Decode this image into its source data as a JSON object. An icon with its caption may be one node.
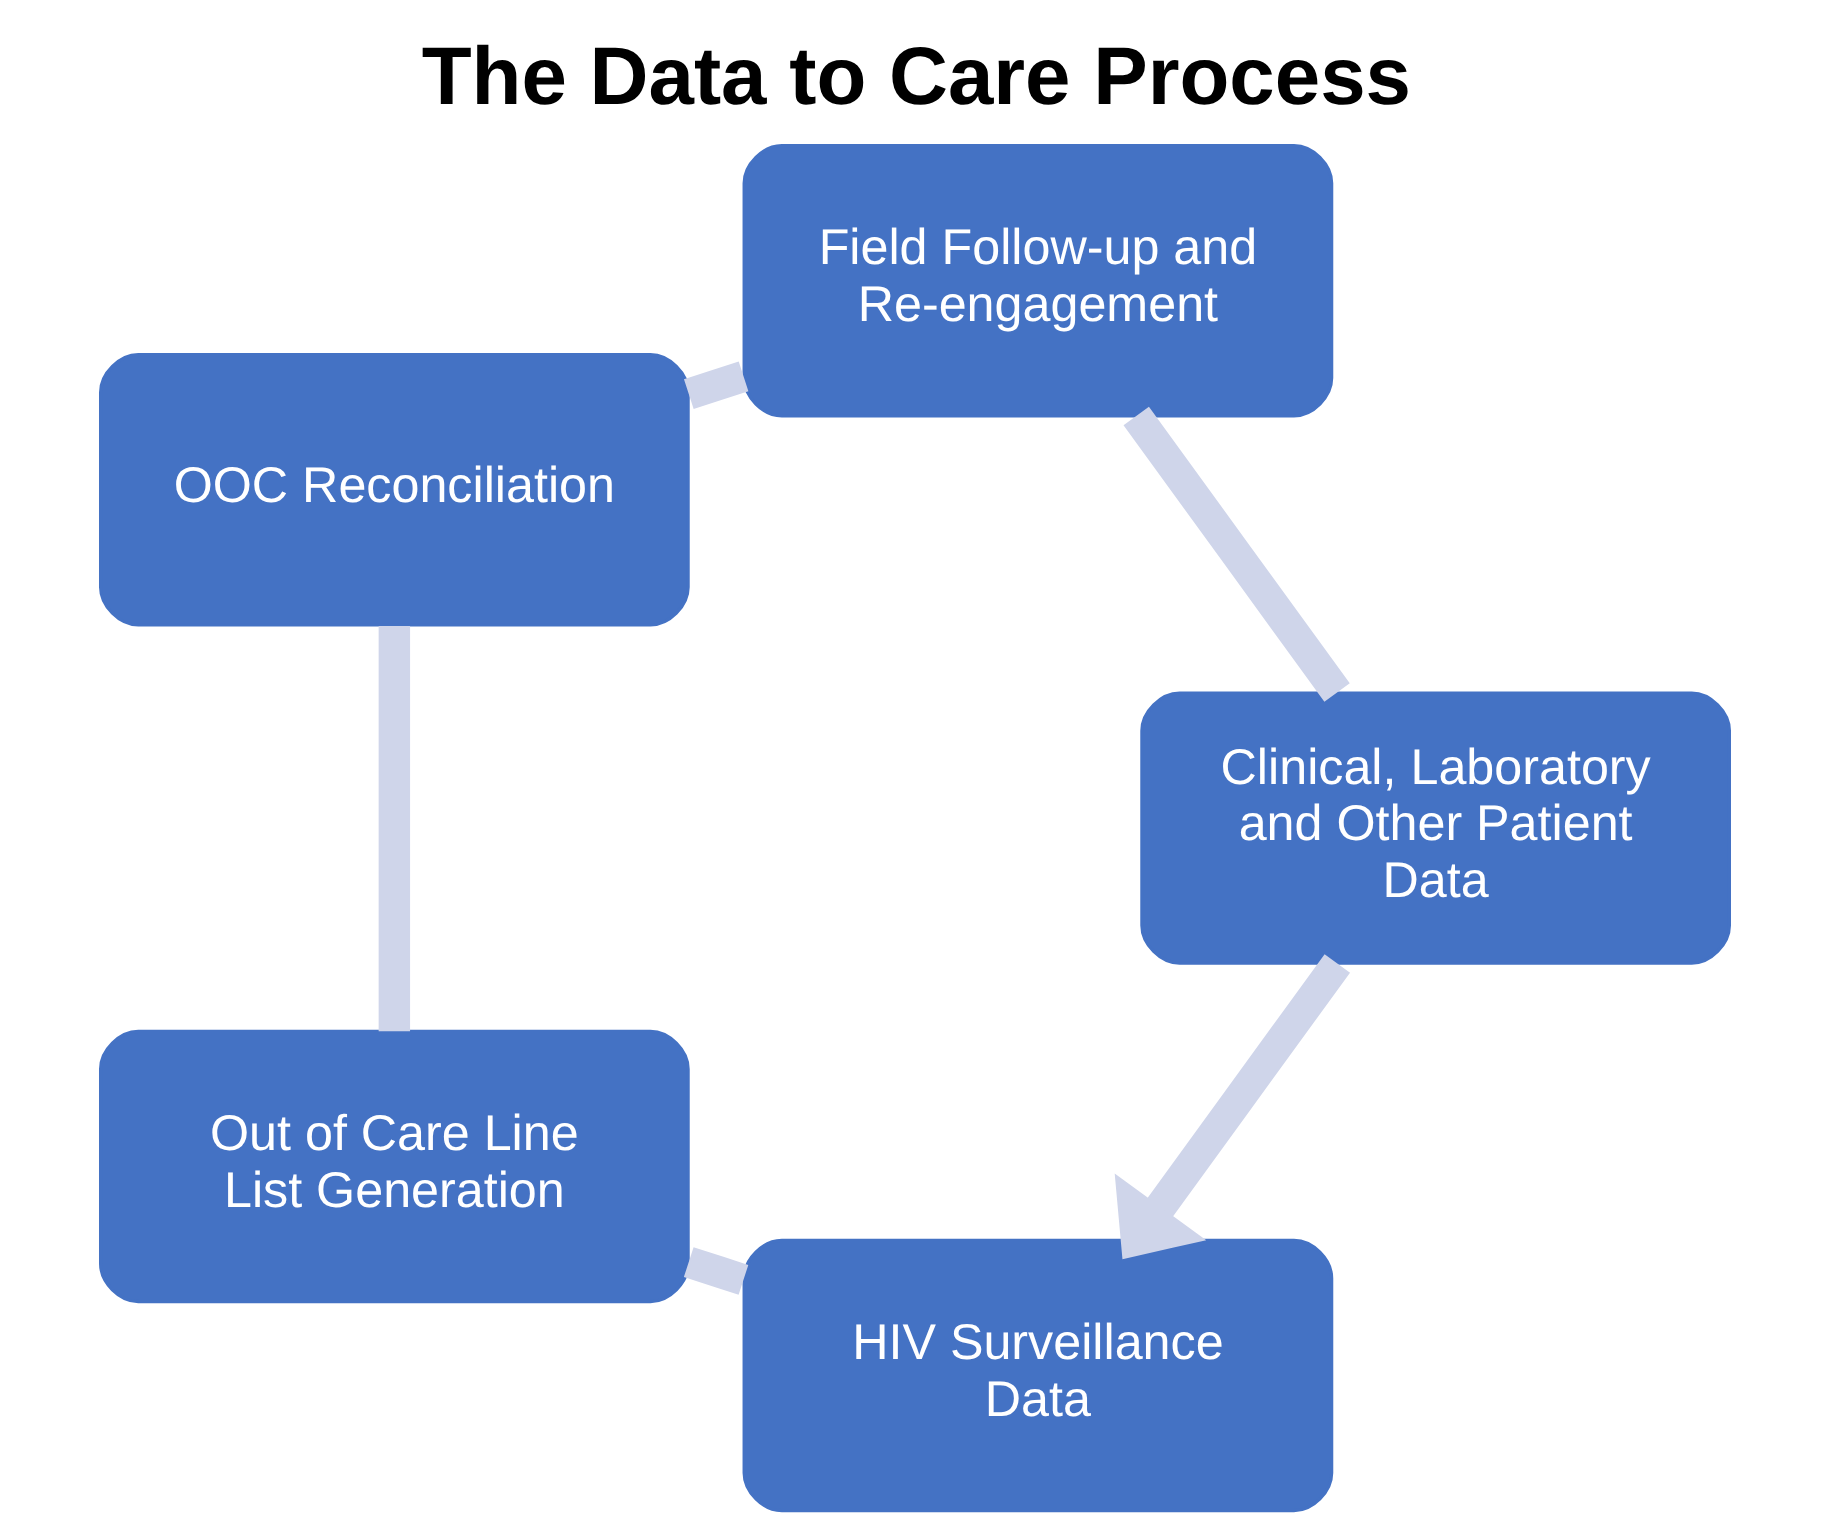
{
  "diagram": {
    "title": "The Data to Care Process",
    "nodes": [
      {
        "text": [
          "HIV Surveillance Data"
        ]
      },
      {
        "text": [
          "Out of Care Line List Generation"
        ]
      },
      {
        "text": [
          "OOC Reconciliation"
        ]
      },
      {
        "text": [
          "Field Follow-up and Re-engagement"
        ]
      },
      {
        "text": [
          "Clinical, Laboratory and Other Patient Data"
        ]
      }
    ],
    "edges": [
      {
        "from": 0,
        "to": 1,
        "arrow": "none"
      },
      {
        "from": 1,
        "to": 2,
        "arrow": "none"
      },
      {
        "from": 2,
        "to": 3,
        "arrow": "none"
      },
      {
        "from": 3,
        "to": 4,
        "arrow": "none"
      },
      {
        "from": 4,
        "to": 0,
        "arrow": "to"
      }
    ]
  }
}
